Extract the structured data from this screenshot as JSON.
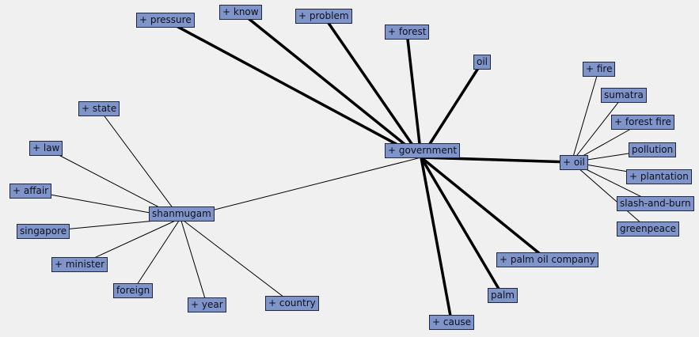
{
  "diagram": {
    "nodes": [
      {
        "id": "pressure",
        "label": "+ pressure"
      },
      {
        "id": "know",
        "label": "+ know"
      },
      {
        "id": "problem",
        "label": "+ problem"
      },
      {
        "id": "forest",
        "label": "+ forest"
      },
      {
        "id": "oil-top",
        "label": "oil"
      },
      {
        "id": "fire",
        "label": "+ fire"
      },
      {
        "id": "sumatra",
        "label": "sumatra"
      },
      {
        "id": "forest-fire",
        "label": "+ forest fire"
      },
      {
        "id": "pollution",
        "label": "pollution"
      },
      {
        "id": "plantation",
        "label": "+ plantation"
      },
      {
        "id": "slash-and-burn",
        "label": "slash-and-burn"
      },
      {
        "id": "greenpeace",
        "label": "greenpeace"
      },
      {
        "id": "oil-hub",
        "label": "+ oil"
      },
      {
        "id": "government",
        "label": "+ government"
      },
      {
        "id": "palm-oil-company",
        "label": "+ palm oil company"
      },
      {
        "id": "palm",
        "label": "palm"
      },
      {
        "id": "cause",
        "label": "+ cause"
      },
      {
        "id": "state",
        "label": "+ state"
      },
      {
        "id": "law",
        "label": "+ law"
      },
      {
        "id": "affair",
        "label": "+ affair"
      },
      {
        "id": "shanmugam",
        "label": "shanmugam"
      },
      {
        "id": "singapore",
        "label": "singapore"
      },
      {
        "id": "minister",
        "label": "+ minister"
      },
      {
        "id": "foreign",
        "label": "foreign"
      },
      {
        "id": "year",
        "label": "+ year"
      },
      {
        "id": "country",
        "label": "+ country"
      }
    ],
    "edges": [
      {
        "from": "government",
        "to": "pressure",
        "weight": "heavy"
      },
      {
        "from": "government",
        "to": "know",
        "weight": "heavy"
      },
      {
        "from": "government",
        "to": "problem",
        "weight": "heavy"
      },
      {
        "from": "government",
        "to": "forest",
        "weight": "heavy"
      },
      {
        "from": "government",
        "to": "oil-top",
        "weight": "heavy"
      },
      {
        "from": "government",
        "to": "oil-hub",
        "weight": "heavy"
      },
      {
        "from": "government",
        "to": "palm-oil-company",
        "weight": "heavy"
      },
      {
        "from": "government",
        "to": "palm",
        "weight": "heavy"
      },
      {
        "from": "government",
        "to": "cause",
        "weight": "heavy"
      },
      {
        "from": "government",
        "to": "shanmugam",
        "weight": "light"
      },
      {
        "from": "oil-hub",
        "to": "fire",
        "weight": "light"
      },
      {
        "from": "oil-hub",
        "to": "sumatra",
        "weight": "light"
      },
      {
        "from": "oil-hub",
        "to": "forest-fire",
        "weight": "light"
      },
      {
        "from": "oil-hub",
        "to": "pollution",
        "weight": "light"
      },
      {
        "from": "oil-hub",
        "to": "plantation",
        "weight": "light"
      },
      {
        "from": "oil-hub",
        "to": "slash-and-burn",
        "weight": "light"
      },
      {
        "from": "oil-hub",
        "to": "greenpeace",
        "weight": "light"
      },
      {
        "from": "shanmugam",
        "to": "state",
        "weight": "light"
      },
      {
        "from": "shanmugam",
        "to": "law",
        "weight": "light"
      },
      {
        "from": "shanmugam",
        "to": "affair",
        "weight": "light"
      },
      {
        "from": "shanmugam",
        "to": "singapore",
        "weight": "light"
      },
      {
        "from": "shanmugam",
        "to": "minister",
        "weight": "light"
      },
      {
        "from": "shanmugam",
        "to": "foreign",
        "weight": "light"
      },
      {
        "from": "shanmugam",
        "to": "year",
        "weight": "light"
      },
      {
        "from": "shanmugam",
        "to": "country",
        "weight": "light"
      }
    ]
  }
}
